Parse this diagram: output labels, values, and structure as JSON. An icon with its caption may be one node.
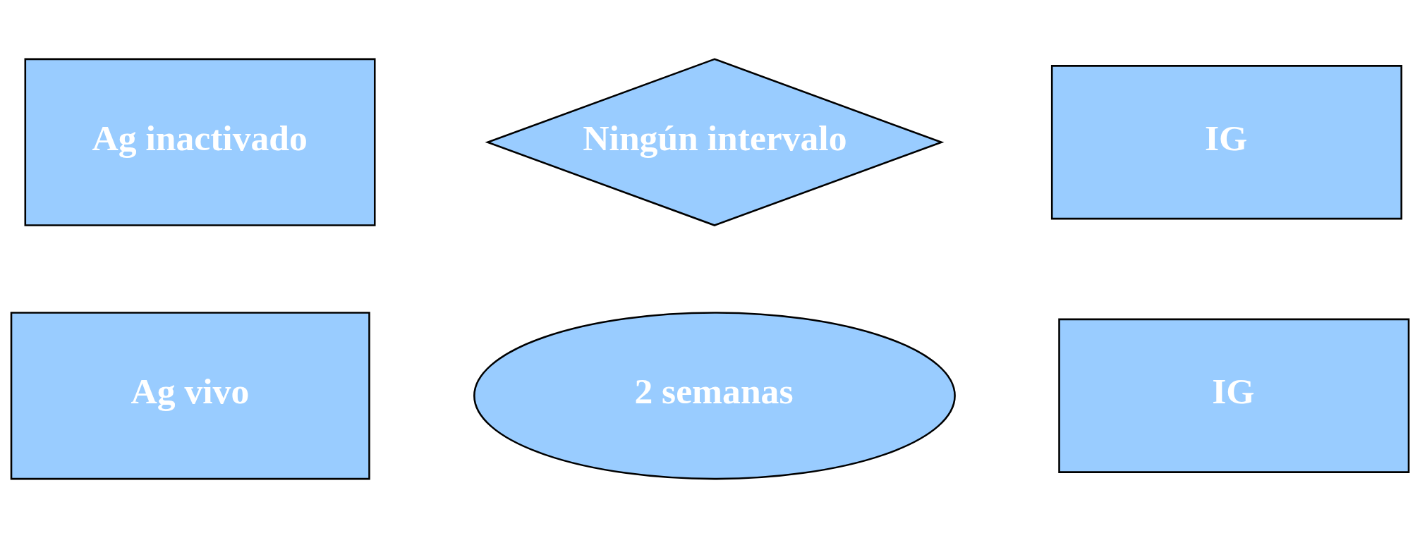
{
  "diagram": {
    "nodes": [
      {
        "text": [
          "Ag inactivado"
        ]
      },
      {
        "text": [
          "Ningún intervalo"
        ]
      },
      {
        "text": [
          "IG"
        ]
      },
      {
        "text": [
          "Ag vivo"
        ]
      },
      {
        "text": [
          "2 semanas"
        ]
      },
      {
        "text": [
          "IG"
        ]
      }
    ],
    "edges": []
  }
}
